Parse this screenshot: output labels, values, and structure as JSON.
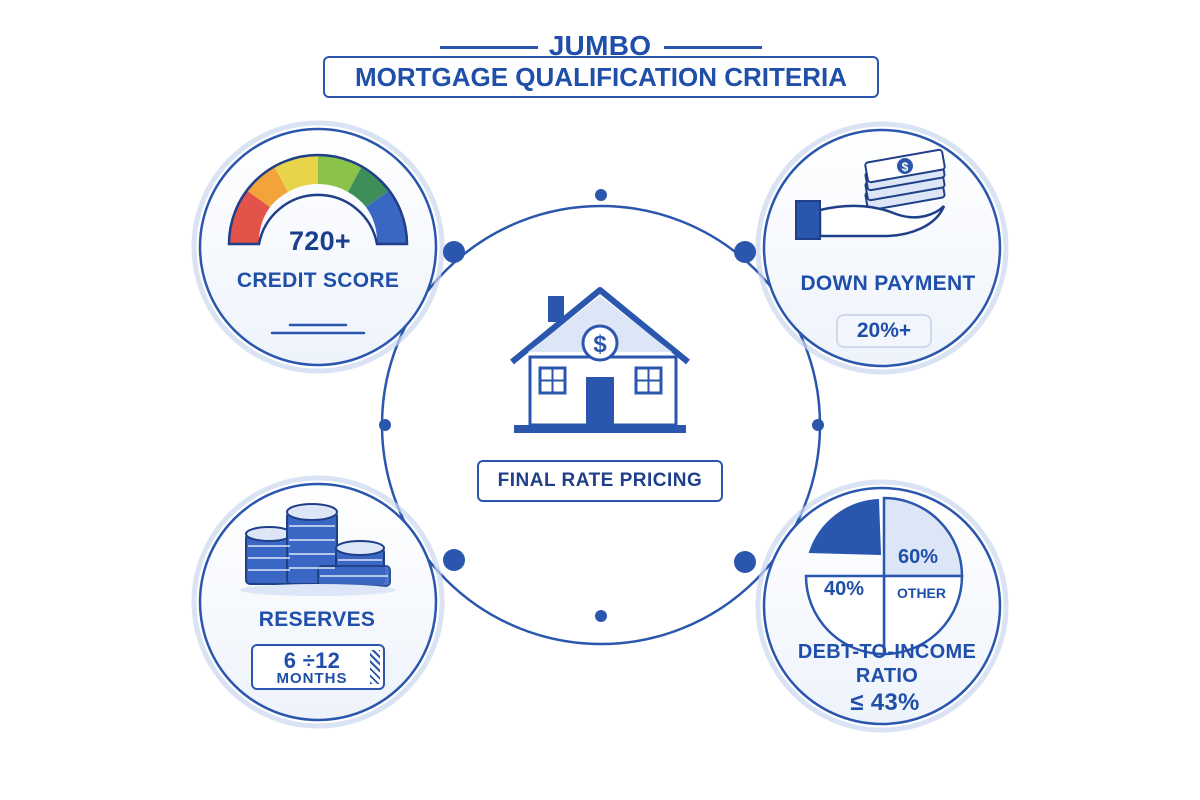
{
  "title": {
    "top": "JUMBO",
    "main": "MORTGAGE QUALIFICATION CRITERIA"
  },
  "center": {
    "label": "FINAL RATE PRICING",
    "icon": "house-dollar-icon"
  },
  "criteria": {
    "credit_score": {
      "value": "720+",
      "label": "CREDIT SCORE",
      "icon": "gauge-icon"
    },
    "down_payment": {
      "label": "DOWN PAYMENT",
      "value": "20%+",
      "icon": "hand-cash-icon"
    },
    "reserves": {
      "label": "RESERVES",
      "range": "6 ÷12",
      "unit": "MONTHS",
      "icon": "coin-stacks-icon"
    },
    "dti": {
      "label": "DEBT-TO-INCOME RATIO",
      "value": "≤ 43%",
      "icon": "pie-chart-icon",
      "pie": {
        "segment_a": "40%",
        "segment_b": "60%",
        "segment_c": "OTHER"
      }
    }
  },
  "colors": {
    "primary": "#2a57ad",
    "text": "#1f4fa8",
    "light": "#dde6f6",
    "gauge": [
      "#e4534a",
      "#f2a33a",
      "#e8d44a",
      "#8ac24a",
      "#3e8e5a",
      "#3a66c4"
    ]
  }
}
